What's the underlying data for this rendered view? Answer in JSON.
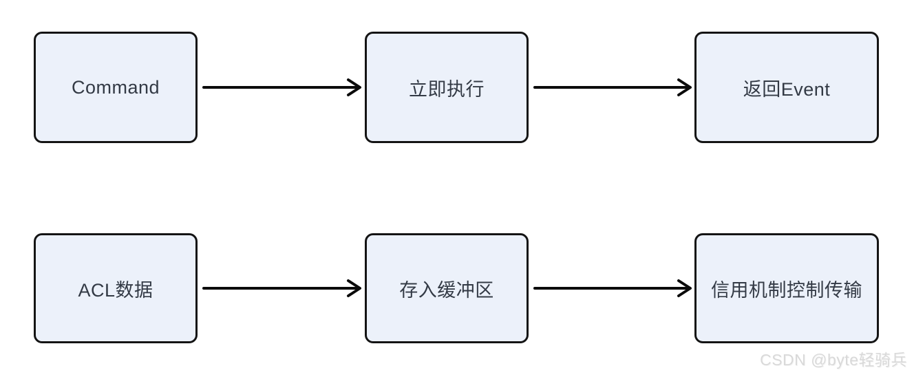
{
  "diagram": {
    "background_color": "#FFFFFF",
    "node_fill_color": "#ECF1FA",
    "node_border_color": "#141414",
    "node_text_color": "#333A45",
    "arrow_color": "#0B0B0B",
    "rows": [
      {
        "name": "command-flow",
        "nodes": [
          {
            "label": "Command"
          },
          {
            "label": "立即执行"
          },
          {
            "label": "返回Event"
          }
        ]
      },
      {
        "name": "acl-data-flow",
        "nodes": [
          {
            "label": "ACL数据"
          },
          {
            "label": "存入缓冲区"
          },
          {
            "label": "信用机制控制传输"
          }
        ]
      }
    ],
    "edges": [
      {
        "from": "Command",
        "to": "立即执行"
      },
      {
        "from": "立即执行",
        "to": "返回Event"
      },
      {
        "from": "ACL数据",
        "to": "存入缓冲区"
      },
      {
        "from": "存入缓冲区",
        "to": "信用机制控制传输"
      }
    ]
  },
  "watermark": {
    "text": "CSDN @byte轻骑兵",
    "color": "#D9D9D9"
  }
}
